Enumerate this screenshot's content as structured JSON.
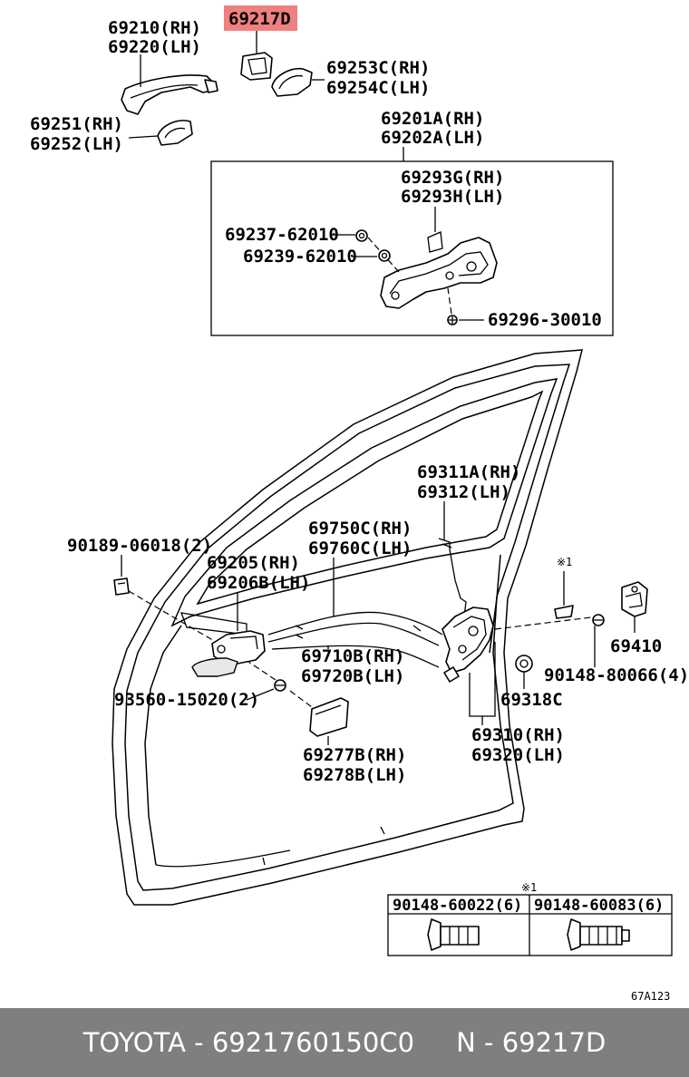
{
  "highlight_part": "69217D",
  "labels": {
    "p69210": "69210(RH)",
    "p69220": "69220(LH)",
    "p69253": "69253C(RH)",
    "p69254": "69254C(LH)",
    "p69251": "69251(RH)",
    "p69252": "69252(LH)",
    "p69201": "69201A(RH)",
    "p69202": "69202A(LH)",
    "p69293g": "69293G(RH)",
    "p69293h": "69293H(LH)",
    "p69237": "69237-62010",
    "p69239": "69239-62010",
    "p69296": "69296-30010",
    "p69311": "69311A(RH)",
    "p69312": "69312(LH)",
    "p69750": "69750C(RH)",
    "p69760": "69760C(LH)",
    "p90189": "90189-06018(2)",
    "p69205": "69205(RH)",
    "p69206": "69206B(LH)",
    "p69710": "69710B(RH)",
    "p69720": "69720B(LH)",
    "p93560": "93560-15020(2)",
    "p69277": "69277B(RH)",
    "p69278": "69278B(LH)",
    "p69410": "69410",
    "p90148_80066": "90148-80066(4)",
    "p69318": "69318C",
    "p69310": "69310(RH)",
    "p69320": "69320(LH)",
    "note_mark": "※1",
    "table_mark": "※1",
    "p90148_60022": "90148-60022(6)",
    "p90148_60083": "90148-60083(6)",
    "diagram_code": "67A123"
  },
  "footer": {
    "brand": "TOYOTA",
    "part_number": "6921760150C0",
    "ref": "N - 69217D",
    "text": "TOYOTA - 6921760150C0     N - 69217D"
  },
  "colors": {
    "highlight_bg": "#f08080",
    "footer_bg": "#7f7f7f",
    "footer_text": "#ffffff"
  }
}
